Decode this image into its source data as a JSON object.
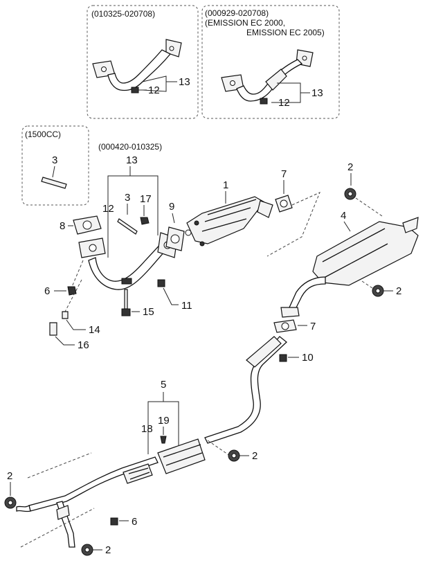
{
  "captions": {
    "box_a": "(010325-020708)",
    "box_b_line1": "(000929-020708)",
    "box_b_line2": "(EMISSION EC 2000,",
    "box_b_line3": "EMISSION EC 2005)",
    "box_c": "(1500CC)",
    "main_group": "(000420-010325)"
  },
  "callouts": {
    "a12": "12",
    "a13": "13",
    "b12": "12",
    "b13": "13",
    "c3": "3",
    "m13": "13",
    "m12": "12",
    "m3": "3",
    "m17": "17",
    "m9": "9",
    "m1": "1",
    "m7a": "7",
    "m2a": "2",
    "m4": "4",
    "m8": "8",
    "m6a": "6",
    "m2b": "2",
    "m15": "15",
    "m11": "11",
    "m14": "14",
    "m16": "16",
    "m7b": "7",
    "m10": "10",
    "m5": "5",
    "m18": "18",
    "m19": "19",
    "m2c": "2",
    "m2d": "2",
    "m6b": "6",
    "m2e": "2"
  }
}
